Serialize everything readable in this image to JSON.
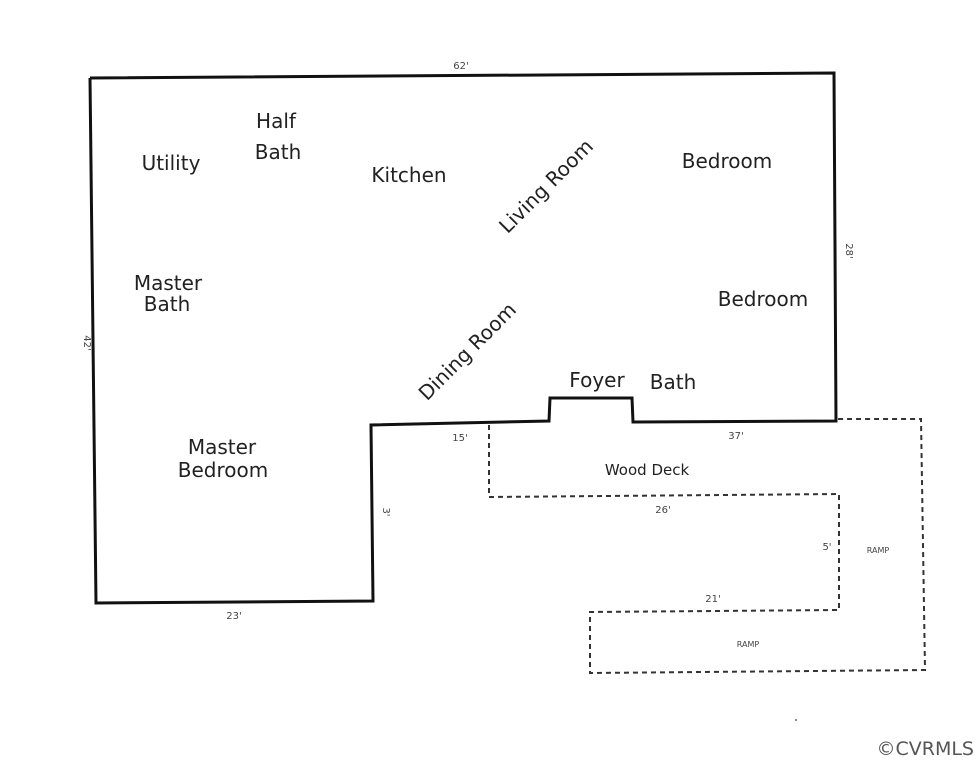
{
  "rooms": {
    "utility": "Utility",
    "half_bath_1": "Half",
    "half_bath_2": "Bath",
    "kitchen": "Kitchen",
    "living_room": "Living Room",
    "bedroom_1": "Bedroom",
    "bedroom_2": "Bedroom",
    "master_bath_1": "Master",
    "master_bath_2": "Bath",
    "dining_room": "Dining Room",
    "foyer": "Foyer",
    "bath": "Bath",
    "master_bedroom_1": "Master",
    "master_bedroom_2": "Bedroom",
    "wood_deck": "Wood Deck",
    "ramp_right": "RAMP",
    "ramp_bottom": "RAMP"
  },
  "dimensions": {
    "top": "62'",
    "right": "28'",
    "left": "42'",
    "bottom": "23'",
    "notch_vertical": "3'",
    "notch_horizontal": "15'",
    "front_right": "37'",
    "deck_bottom": "26'",
    "ramp_width": "5'",
    "ramp_lower": "21'"
  },
  "watermark": "©CVRMLS"
}
